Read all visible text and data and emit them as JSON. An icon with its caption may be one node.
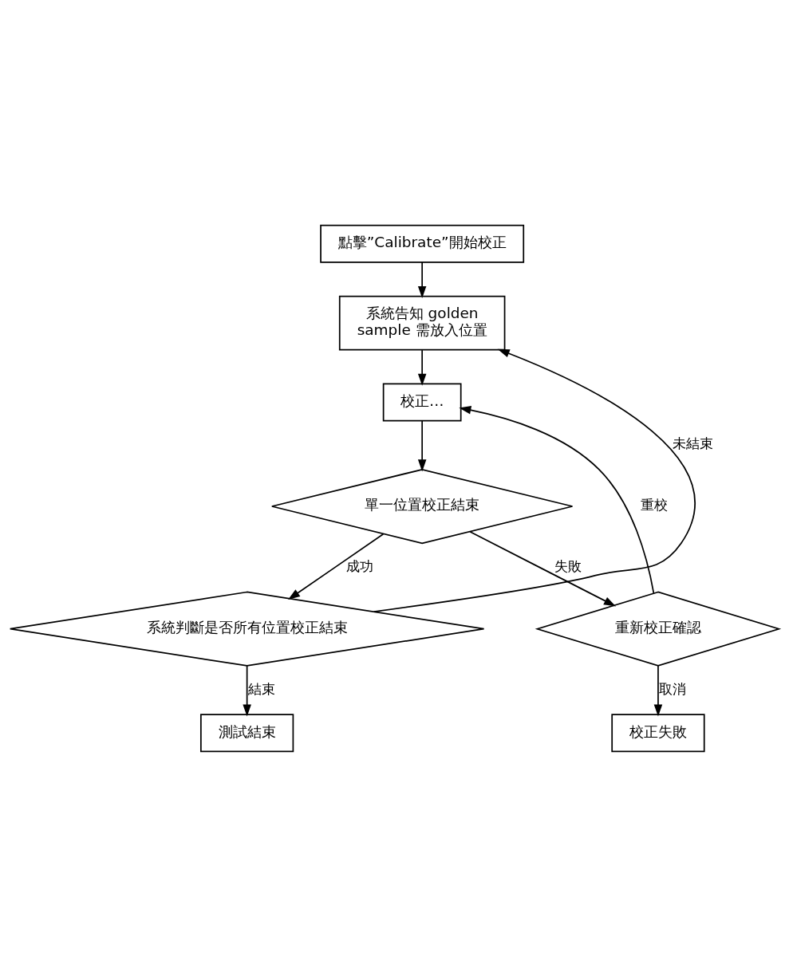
{
  "diagram": {
    "nodes": [
      {
        "text": [
          "點擊”Calibrate”開始校正"
        ]
      },
      {
        "text": [
          "系統告知 golden sample 需放入位置"
        ]
      },
      {
        "text": [
          "校正…"
        ]
      },
      {
        "text": [
          "單一位置校正結束"
        ]
      },
      {
        "text": [
          "重新校正確認"
        ]
      },
      {
        "text": [
          "系統判斷是否所有位置校正結束"
        ]
      },
      {
        "text": [
          "測試結束"
        ]
      },
      {
        "text": [
          "校正失敗"
        ]
      }
    ],
    "edges": [
      {
        "from": 0,
        "to": 1,
        "arrow": "to"
      },
      {
        "from": 1,
        "to": 2,
        "arrow": "to"
      },
      {
        "from": 2,
        "to": 3,
        "arrow": "to"
      },
      {
        "from": 3,
        "to": 4,
        "arrow": "to",
        "label": "失敗"
      },
      {
        "from": 3,
        "to": 5,
        "arrow": "to",
        "label": "成功"
      },
      {
        "from": 4,
        "to": 2,
        "arrow": "to",
        "label": "重校"
      },
      {
        "from": 5,
        "to": 1,
        "arrow": "to",
        "label": "未結束"
      },
      {
        "from": 5,
        "to": 6,
        "arrow": "to",
        "label": "結束"
      },
      {
        "from": 4,
        "to": 7,
        "arrow": "to",
        "label": "取消"
      }
    ]
  }
}
